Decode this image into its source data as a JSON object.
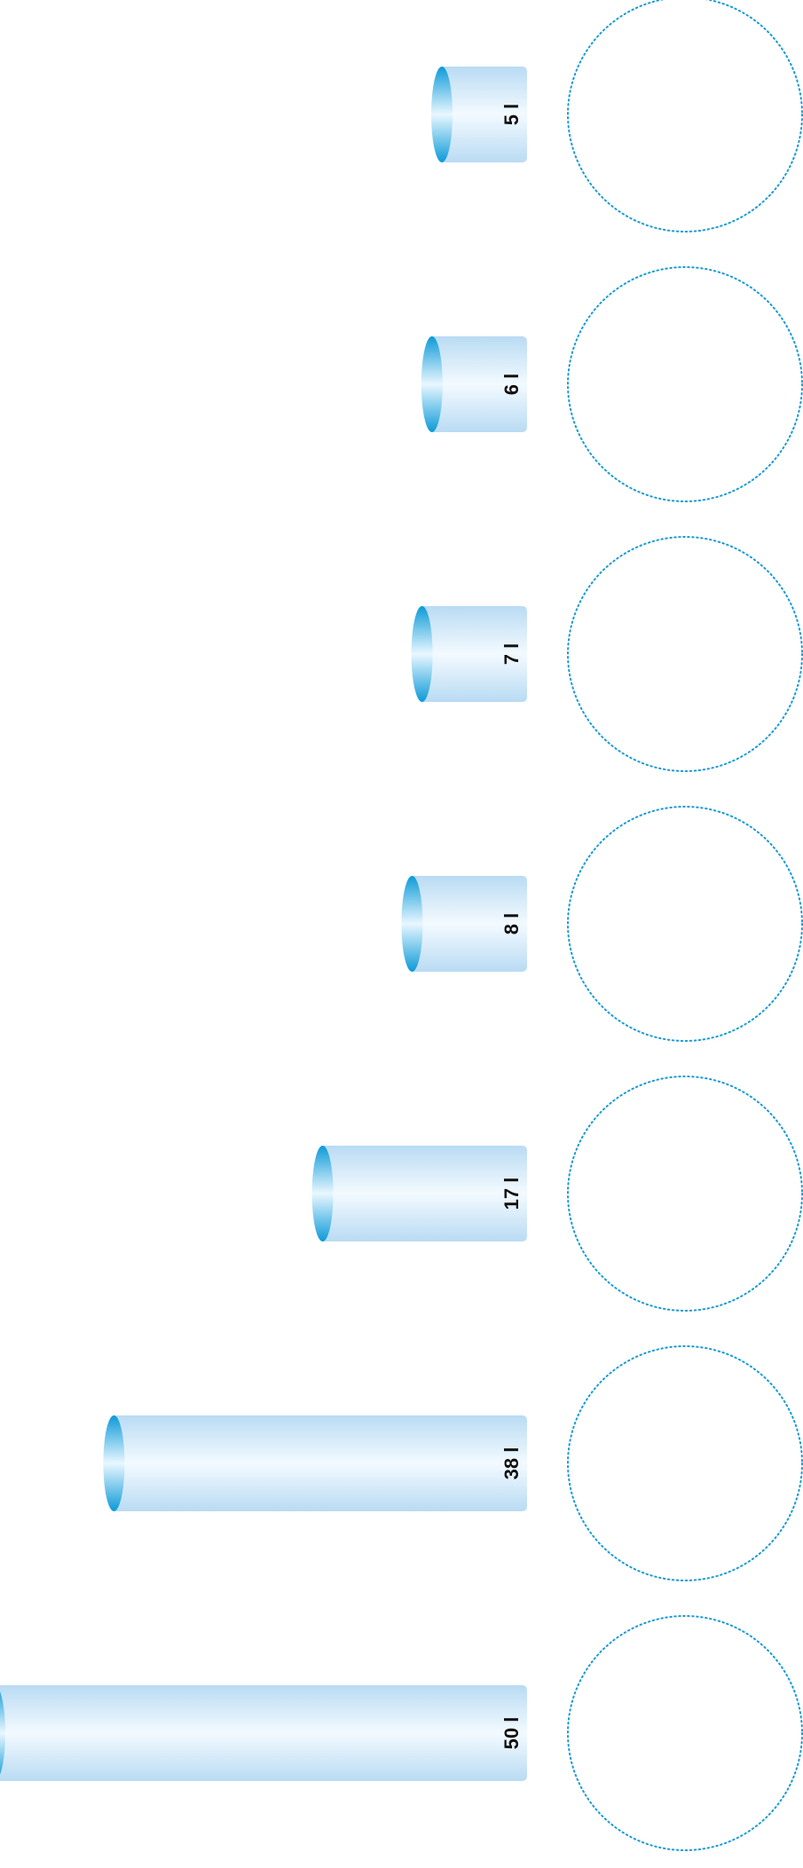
{
  "chart_data": {
    "type": "bar",
    "orientation": "horizontal",
    "bar_style": "cylinder",
    "label_rotation": "vertical (rotated -90°)",
    "categories": [
      "5 l",
      "6 l",
      "7 l",
      "8 l",
      "17 l",
      "38 l",
      "50 l"
    ],
    "values": [
      5,
      6,
      7,
      8,
      17,
      38,
      50
    ],
    "unit": "l",
    "marker": "dotted circle beside each bar",
    "colors": {
      "body_dark": "#b9dbf3",
      "body_light": "#f3faff",
      "cap_dark": "#0c9ad8",
      "cap_light": "#e9f7ff",
      "circle": "#1a9bd7",
      "label": "#111111"
    }
  }
}
